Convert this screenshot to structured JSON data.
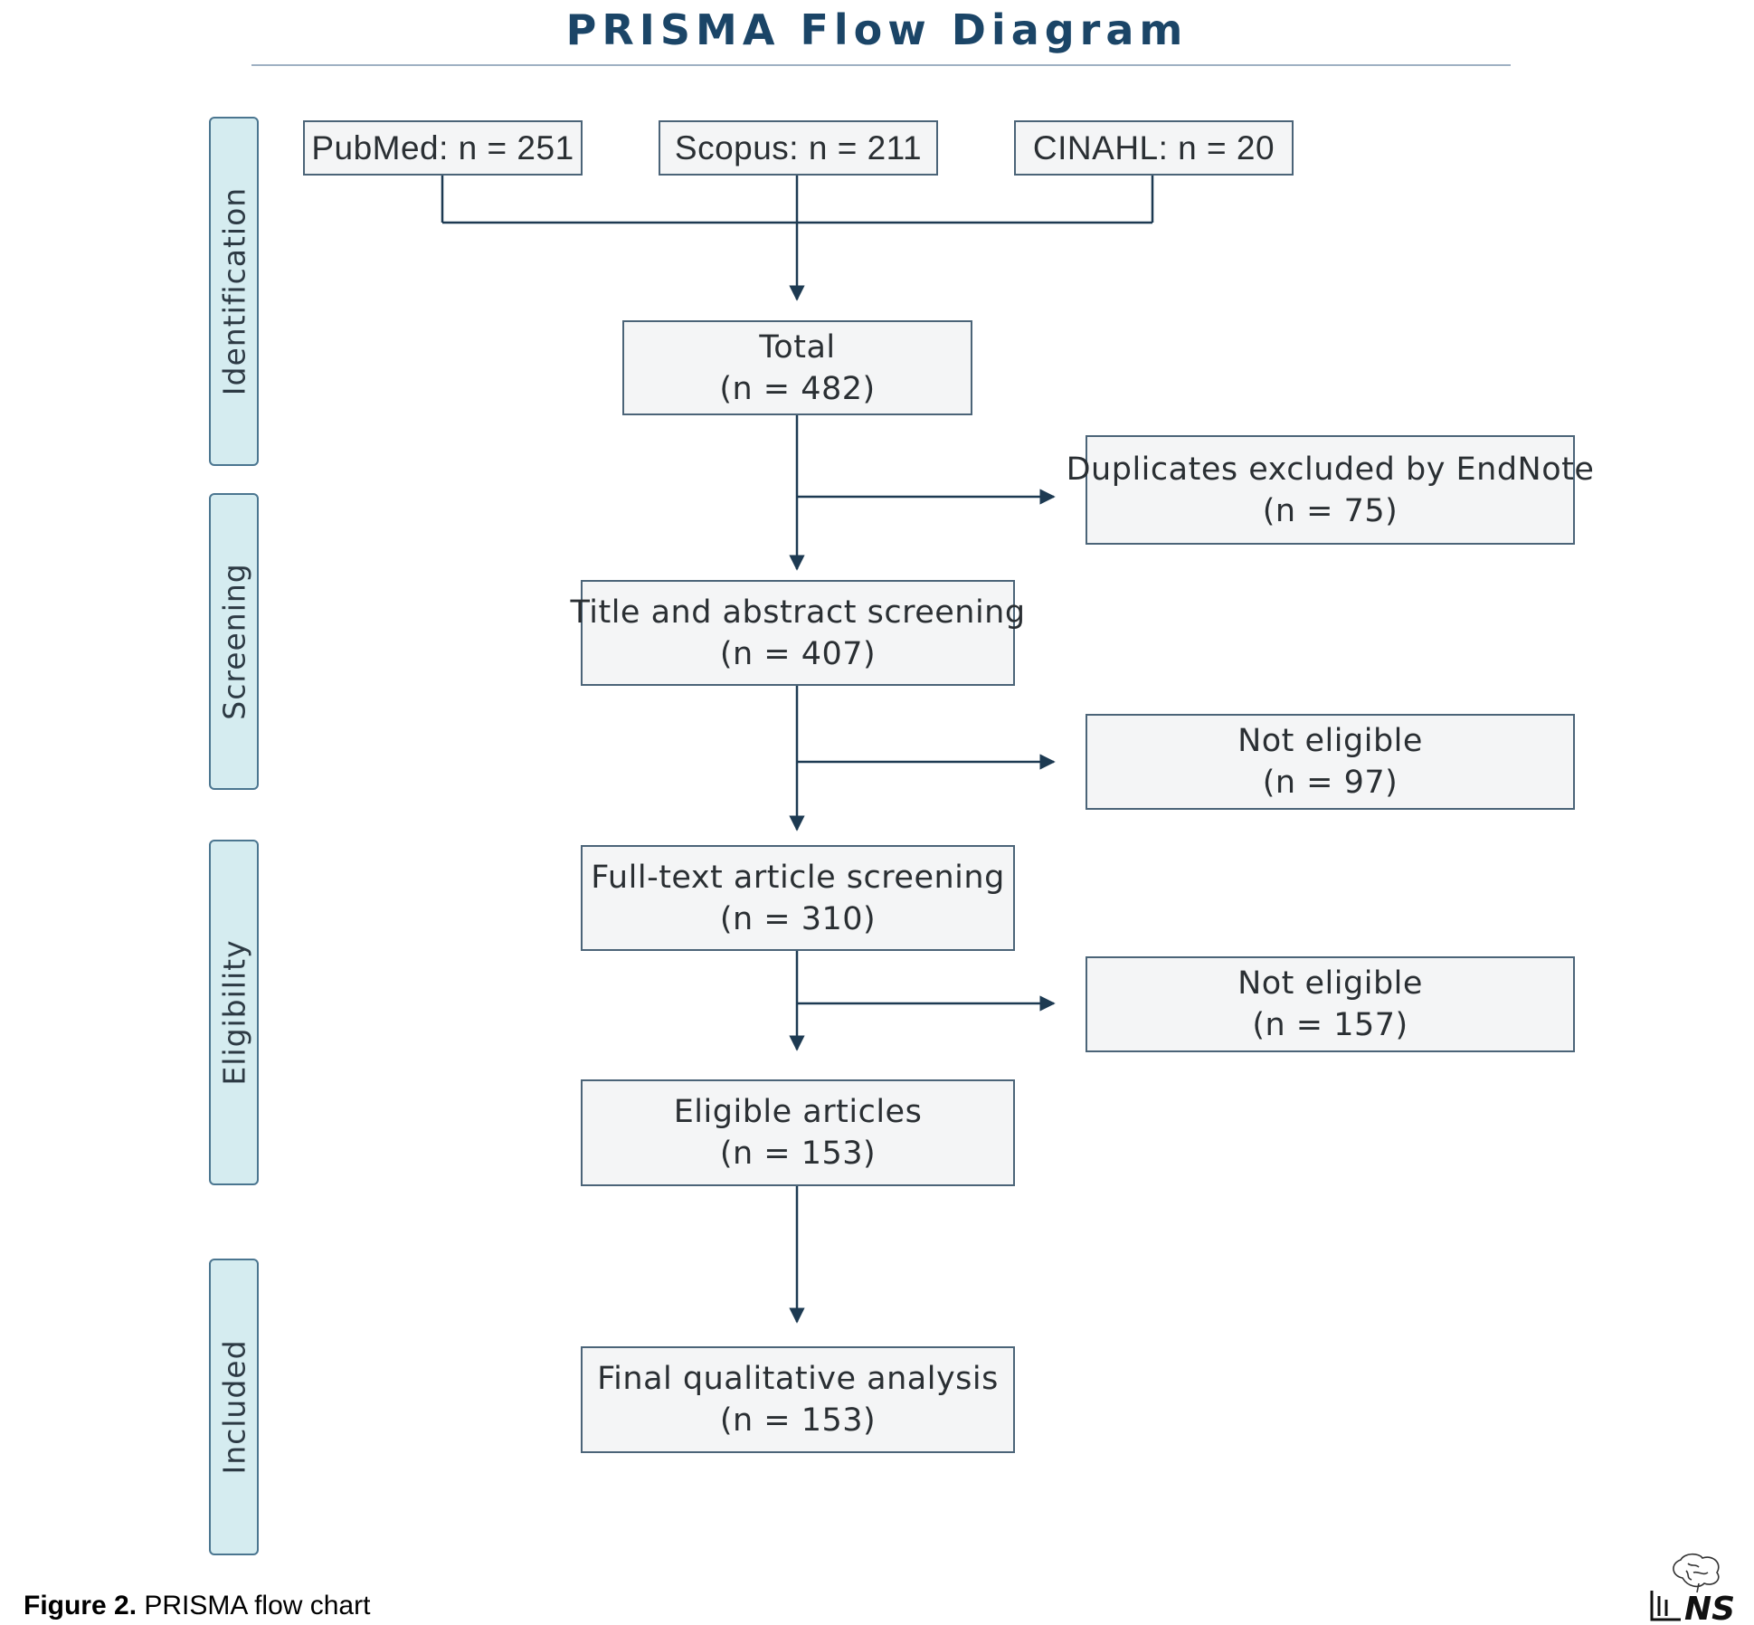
{
  "title": "PRISMA Flow Diagram",
  "phases": {
    "identification": "Identification",
    "screening": "Screening",
    "eligibility": "Eligibility",
    "included": "Included"
  },
  "sources": {
    "pubmed": "PubMed: n = 251",
    "scopus": "Scopus: n = 211",
    "cinahl": "CINAHL: n = 20"
  },
  "main": {
    "total": {
      "label": "Total",
      "count": "(n = 482)"
    },
    "title_abstract": {
      "label": "Title and abstract screening",
      "count": "(n = 407)"
    },
    "full_text": {
      "label": "Full-text article screening",
      "count": "(n = 310)"
    },
    "eligible": {
      "label": "Eligible articles",
      "count": "(n = 153)"
    },
    "final": {
      "label": "Final qualitative analysis",
      "count": "(n = 153)"
    }
  },
  "exclusions": {
    "duplicates": {
      "label": "Duplicates excluded by EndNote",
      "count": "(n = 75)"
    },
    "not_eligible_1": {
      "label": "Not eligible",
      "count": "(n = 97)"
    },
    "not_eligible_2": {
      "label": "Not eligible",
      "count": "(n = 157)"
    }
  },
  "caption": {
    "label": "Figure 2.",
    "text": " PRISMA flow chart"
  },
  "logo": {
    "text": "NS",
    "icon": "brain-logo-icon"
  },
  "colors": {
    "title": "#1b4567",
    "phase_fill": "#d5ecf0",
    "box_fill": "#f4f5f6",
    "line": "#1d3a52"
  }
}
